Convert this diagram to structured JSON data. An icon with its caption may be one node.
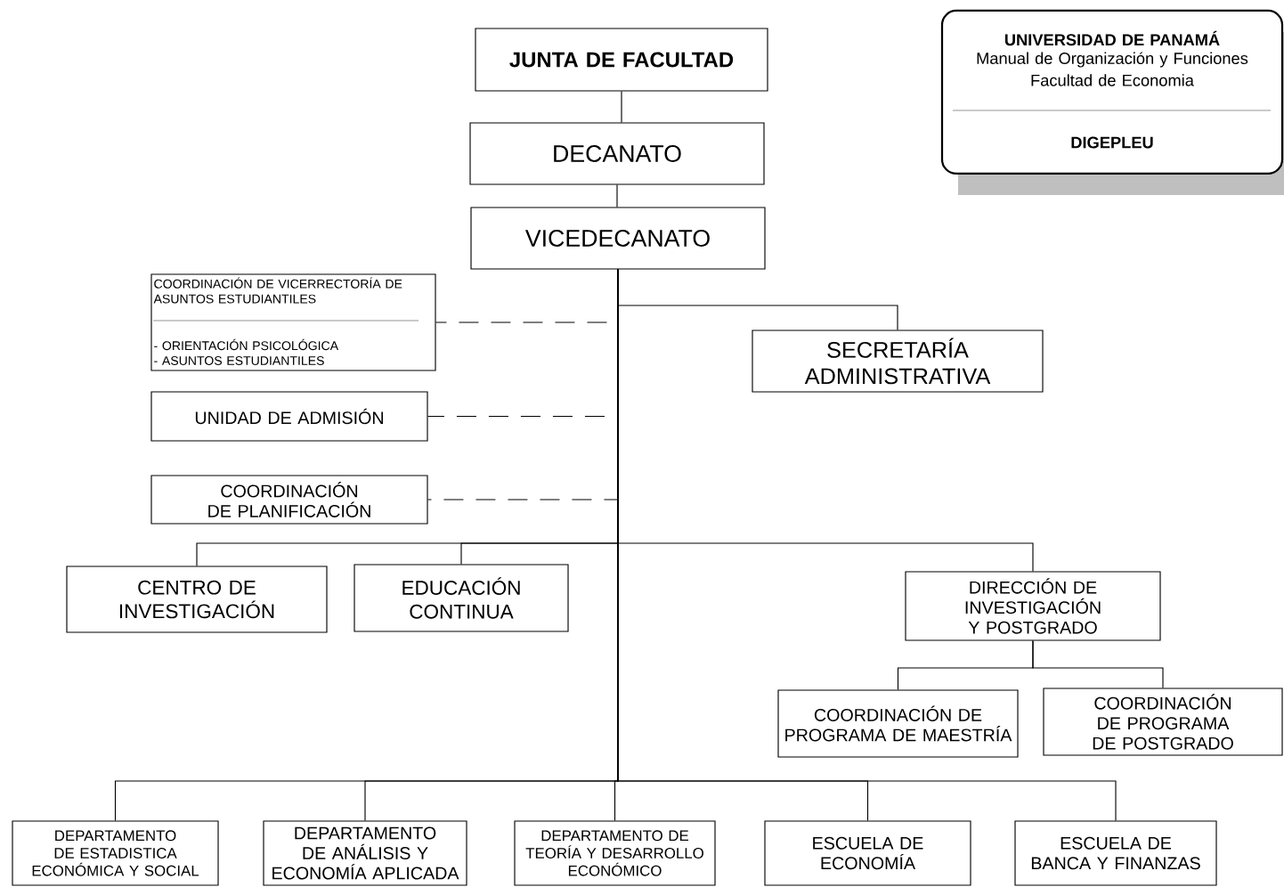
{
  "diagram": {
    "nodes": [
      {
        "text": [
          "UNIVERSIDAD DE PANAMÁ",
          "Manual de Organización y Funciones",
          "Facultad de Economia",
          "DIGEPLEU"
        ]
      },
      {
        "text": [
          "JUNTA DE FACULTAD"
        ]
      },
      {
        "text": [
          "DECANATO"
        ]
      },
      {
        "text": [
          "VICEDECANATO"
        ]
      },
      {
        "text": [
          "COORDINACIÓN DE VICERRECTORÍA DE ASUNTOS ESTUDIANTILES",
          "- ORIENTACIÓN PSICOLÓGICA",
          "- ASUNTOS ESTUDIANTILES"
        ]
      },
      {
        "text": [
          "SECRETARÍA ADMINISTRATIVA"
        ]
      },
      {
        "text": [
          "UNIDAD DE ADMISIÓN"
        ]
      },
      {
        "text": [
          "COORDINACIÓN DE PLANIFICACIÓN"
        ]
      },
      {
        "text": [
          "CENTRO DE INVESTIGACIÓN"
        ]
      },
      {
        "text": [
          "EDUCACIÓN CONTINUA"
        ]
      },
      {
        "text": [
          "DIRECCIÓN DE INVESTIGACIÓN Y POSTGRADO"
        ]
      },
      {
        "text": [
          "COORDINACIÓN DE PROGRAMA DE MAESTRÍA"
        ]
      },
      {
        "text": [
          "COORDINACIÓN DE PROGRAMA DE POSTGRADO"
        ]
      },
      {
        "text": [
          "DEPARTAMENTO DE ESTADISTICA ECONÓMICA Y SOCIAL"
        ]
      },
      {
        "text": [
          "DEPARTAMENTO DE ANÁLISIS Y ECONOMÍA APLICADA"
        ]
      },
      {
        "text": [
          "DEPARTAMENTO DE TEORÍA Y DESARROLLO ECONÓMICO"
        ]
      },
      {
        "text": [
          "ESCUELA DE ECONOMÍA"
        ]
      },
      {
        "text": [
          "ESCUELA DE BANCA Y FINANZAS"
        ]
      }
    ],
    "edges": [
      {
        "from": 1,
        "to": 2,
        "arrow": "none"
      },
      {
        "from": 2,
        "to": 3,
        "arrow": "none"
      },
      {
        "from": 3,
        "to": 4,
        "arrow": "none",
        "style": "dashed"
      },
      {
        "from": 3,
        "to": 5,
        "arrow": "none"
      },
      {
        "from": 3,
        "to": 6,
        "arrow": "none",
        "style": "dashed"
      },
      {
        "from": 3,
        "to": 7,
        "arrow": "none",
        "style": "dashed"
      },
      {
        "from": 3,
        "to": 8,
        "arrow": "none"
      },
      {
        "from": 3,
        "to": 9,
        "arrow": "none"
      },
      {
        "from": 3,
        "to": 10,
        "arrow": "none"
      },
      {
        "from": 10,
        "to": 11,
        "arrow": "none"
      },
      {
        "from": 10,
        "to": 12,
        "arrow": "none"
      },
      {
        "from": 3,
        "to": 13,
        "arrow": "none"
      },
      {
        "from": 3,
        "to": 14,
        "arrow": "none"
      },
      {
        "from": 3,
        "to": 15,
        "arrow": "none"
      },
      {
        "from": 3,
        "to": 16,
        "arrow": "none"
      },
      {
        "from": 3,
        "to": 17,
        "arrow": "none"
      }
    ]
  }
}
